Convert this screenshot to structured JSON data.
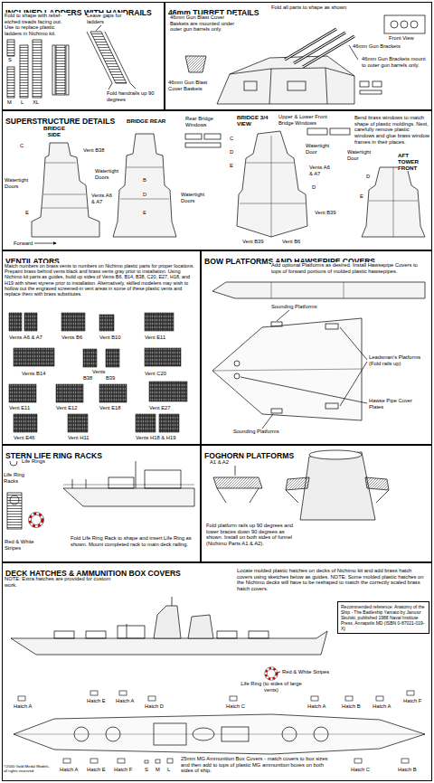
{
  "diagram": {
    "nodes": [
      {
        "text": [
          "INCLINED LADDERS WITH HANDRAILS"
        ]
      },
      {
        "text": [
          "46mm TURRET DETAILS"
        ]
      },
      {
        "text": [
          "SUPERSTRUCTURE DETAILS"
        ]
      },
      {
        "text": [
          "VENTILATORS"
        ]
      },
      {
        "text": [
          "BOW PLATFORMS AND HAWSEPIPE COVERS"
        ]
      },
      {
        "text": [
          "STERN LIFE RING RACKS"
        ]
      },
      {
        "text": [
          "FOGHORN PLATFORMS"
        ]
      },
      {
        "text": [
          "DECK HATCHES & AMMUNITION BOX COVERS"
        ]
      },
      {
        "text": [
          "Recommended reference: Anatomy of the Ship - The Battleship Yamato by Janusz Skulski, published 1988 Naval Institute Press, Annapolis MD (ISBN 0-87021-019-X)"
        ],
        "in": 7
      }
    ],
    "labels": [
      "Fold to shape with relief-etched treads facing out. Use to replace plastic ladders in Nichimo kit.",
      "Leave gaps for ladders",
      "S",
      "M",
      "L",
      "XL",
      "Fold handrails up 90 degrees",
      "Fold all parts to shape as shown",
      "46mm Gun Blast Cover Baskets are mounted under outer gun barrels only.",
      "46mm Gun Brackets",
      "Front View",
      "46mm Gun Brackets mount to outer gun barrels only.",
      "46mm Gun Blast Cover Baskets",
      "BRIDGE SIDE",
      "BRIDGE REAR",
      "Rear Bridge Windows",
      "BRIDGE 3/4 VIEW",
      "Upper & Lower Front Bridge Windows",
      "Bend brass windows to match shape of plastic moldings. Next, carefully remove plastic windows and glue brass window frames in their places.",
      "C",
      "Vent B38",
      "Watertight Doors",
      "Watertight Doors",
      "Vents A6 & A7",
      "E",
      "B",
      "D",
      "E",
      "Watertight Doors",
      "C",
      "D",
      "E",
      "Watertight Door",
      "Vents A6 & A7",
      "D",
      "Vent B39",
      "Vent B39",
      "Vent B6",
      "Watertight Door",
      "D",
      "AFT TOWER FRONT",
      "E",
      "Forward",
      "Match numbers on brass vents to numbers on Nichimo plastic parts for proper locations. Prepaint brass behind vents black and brass vents gray prior to installation. Using Nichimo kit parts as guides, build up sides of Vents B6, B14, B38, C20, E27, H18, and H19 with sheet styrene prior to installation. Alternatively, skilled modelers may wish to hollow out the engraved screened-in vent areas in some of these plastic vents and replace them with brass substitutes.",
      "Vents A6 & A7",
      "Vents B6",
      "Vent B10",
      "Vent E11",
      "Vents B14",
      "Vents",
      "B38",
      "B39",
      "Vent C20",
      "Vent E11",
      "Vent E12",
      "Vent E18",
      "Vent E27",
      "Vent E46",
      "Vent H11",
      "Vents H18 & H19",
      "Add optional Platforms as desired. Install Hawsepipe Covers to tops of forward portions of molded plastic hawsepipes.",
      "Sounding Platforms",
      "Leadsman's Platforms (Fold rails up)",
      "Hawse Pipe Cover Plates",
      "Sounding Platforms",
      "Life Rings",
      "Life Ring Racks",
      "Red & White Stripes",
      "Fold Life Ring Rack to shape and insert Life Ring as shown. Mount completed rack to main deck railing.",
      "A1 & A2",
      "Fold platform rails up 90 degrees and lower braces down 90 degrees as shown. Install on both sides of funnel (Nichimo Parts A1 & A2).",
      "NOTE: Extra hatches are provided for custom work.",
      "Locate molded plastic hatches on decks of Nichimo kit and add brass hatch covers using sketches below as guides. NOTE: Some molded plastic hatches on the Nichimo decks will have to be reshaped to match the correctly scaled brass hatch covers.",
      "Red & White Stripes",
      "Life Ring (to sides of large vents)",
      "Hatch A",
      "Hatch E",
      "Hatch A",
      "Hatch D",
      "Hatch C",
      "Hatch A",
      "Hatch B",
      "Hatch A",
      "Hatch F",
      "Hatch A",
      "Hatch E",
      "Hatch F",
      "S",
      "M",
      "L",
      "25mm MG Ammunition Box Covers - match covers to box sizes and then add to tops of plastic MG ammunition boxes on both sides of ship.",
      "Hatch C",
      "Hatch B",
      "©2000 Gold Medal Models, all rights reserved"
    ]
  }
}
